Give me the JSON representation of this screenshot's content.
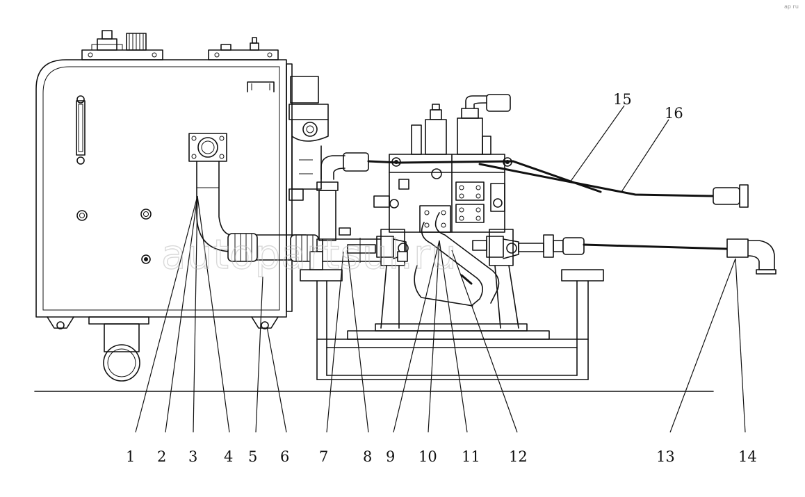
{
  "watermark": {
    "main": "autopartsul.ru",
    "corner": "ap ru"
  },
  "callouts": [
    {
      "id": "c1",
      "label": "1"
    },
    {
      "id": "c2",
      "label": "2"
    },
    {
      "id": "c3",
      "label": "3"
    },
    {
      "id": "c4",
      "label": "4"
    },
    {
      "id": "c5",
      "label": "5"
    },
    {
      "id": "c6",
      "label": "6"
    },
    {
      "id": "c7",
      "label": "7"
    },
    {
      "id": "c8",
      "label": "8"
    },
    {
      "id": "c9",
      "label": "9"
    },
    {
      "id": "c10",
      "label": "10"
    },
    {
      "id": "c11",
      "label": "11"
    },
    {
      "id": "c12",
      "label": "12"
    },
    {
      "id": "c13",
      "label": "13"
    },
    {
      "id": "c14",
      "label": "14"
    },
    {
      "id": "c15",
      "label": "15"
    },
    {
      "id": "c16",
      "label": "16"
    }
  ]
}
